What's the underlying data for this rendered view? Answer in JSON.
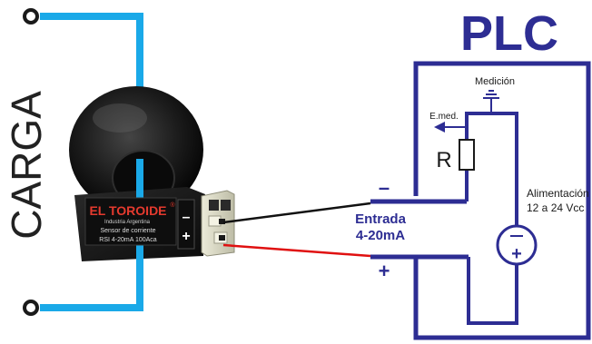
{
  "load_label": "CARGA",
  "plc_title": "PLC",
  "sensor": {
    "brand": "EL TOROIDE",
    "trademark": "®",
    "company": "Industria Argentina",
    "product": "Sensor de corriente",
    "model": "RSI  4-20mA   100Aca",
    "minus_mark": "–",
    "plus_mark": "+"
  },
  "input_label_line1": "Entrada",
  "input_label_line2": "4-20mA",
  "terminal_minus": "–",
  "terminal_plus": "+",
  "measurement_label": "Medición",
  "emed_label": "E.med.",
  "resistor_label": "R",
  "supply_label_line1": "Alimentación",
  "supply_label_line2": "12 a 24 Vcc",
  "supply_plus": "+",
  "colors": {
    "load_wire": "#1aa9e8",
    "plc_blue": "#2d2d93",
    "signal_negative": "#111111",
    "signal_positive": "#e01010",
    "sensor_body": "#161616",
    "connector": "#d8d8c4"
  }
}
